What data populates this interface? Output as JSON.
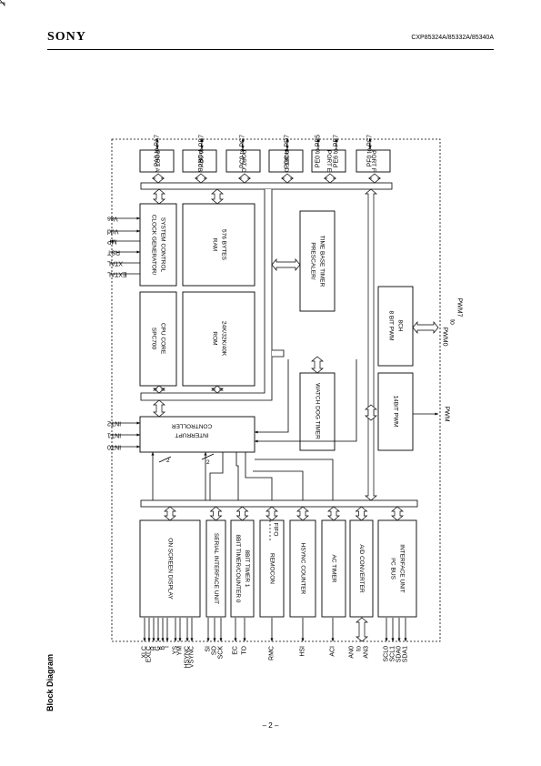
{
  "header": {
    "brand": "SONY",
    "part_numbers": "CXP85324A/85332A/85340A"
  },
  "caption": "Block Diagram",
  "page_number": "– 2 –",
  "ports": [
    {
      "block": "PORT A",
      "pins": "PA0 to PA7"
    },
    {
      "block": "PORT B",
      "pins": "PB0 to PB7"
    },
    {
      "block": "PORT C",
      "pins": "PC0 to PC7"
    },
    {
      "block": "PORT D",
      "pins": "PD0 to PD7"
    },
    {
      "block": "PORT E",
      "pins": "PE0 to PE5",
      "pins2": "PE6 to PE7"
    },
    {
      "block": "PORT F",
      "pins": "PF0 to PF7"
    }
  ],
  "blocks": {
    "clock": [
      "CLOCK GENERATOR/",
      "SYSTEM CONTROL"
    ],
    "ram": [
      "RAM",
      "576 BYTES"
    ],
    "cpu": [
      "SPC700",
      "CPU CORE"
    ],
    "rom": [
      "ROM",
      "24K/32K/40K"
    ],
    "prescaler": [
      "PRESCALER/",
      "TIME BASE TIMER"
    ],
    "watchdog": "WATCH DOG TIMER",
    "pwm8": [
      "8 BIT PWM",
      "8CH"
    ],
    "pwm14": "14BIT PWM",
    "interrupt": [
      "INTERRUPT",
      "CONTROLLER"
    ],
    "osd": "ON SCREEN DISPLAY",
    "serial": "SERIAL INTERFACE UNIT",
    "timer": [
      "8BIT TIMER/COUNTER 0",
      "8BIT TIMER 1"
    ],
    "remocon": "REMOCON",
    "fifo": "FIFO",
    "hsync": "HSYNC COUNTER",
    "actimer": "AC TIMER",
    "adc": "A/D CONVERTER",
    "i2c": [
      "I²C BUS",
      "INTERFACE UNIT"
    ]
  },
  "left_pins": [
    "Vss",
    "Vdd",
    "MP",
    "RST",
    "XTAL",
    "EXTAL"
  ],
  "interrupt_pins": [
    "INT2",
    "INT1",
    "INT0"
  ],
  "pwm_pins": [
    "PWM0",
    "to",
    "PWM7"
  ],
  "pwm14_pin": "PWM",
  "bus_width_labels": [
    "2",
    "2"
  ],
  "bottom_pins": {
    "osd": [
      "XLC",
      "EXLC",
      "R",
      "G",
      "B",
      "I",
      "YS",
      "YM",
      "HSYNC",
      "VSYNC"
    ],
    "serial": [
      "SI",
      "SO",
      "SCK"
    ],
    "timer": [
      "EC",
      "TO"
    ],
    "remocon": [
      "RMC"
    ],
    "hsync": [
      "HSI"
    ],
    "actimer": [
      "ACI"
    ],
    "adc": [
      "AN0",
      "to",
      "AN3"
    ],
    "i2c": [
      "SCL0",
      "SCL1",
      "SDA0",
      "SDA1"
    ]
  }
}
